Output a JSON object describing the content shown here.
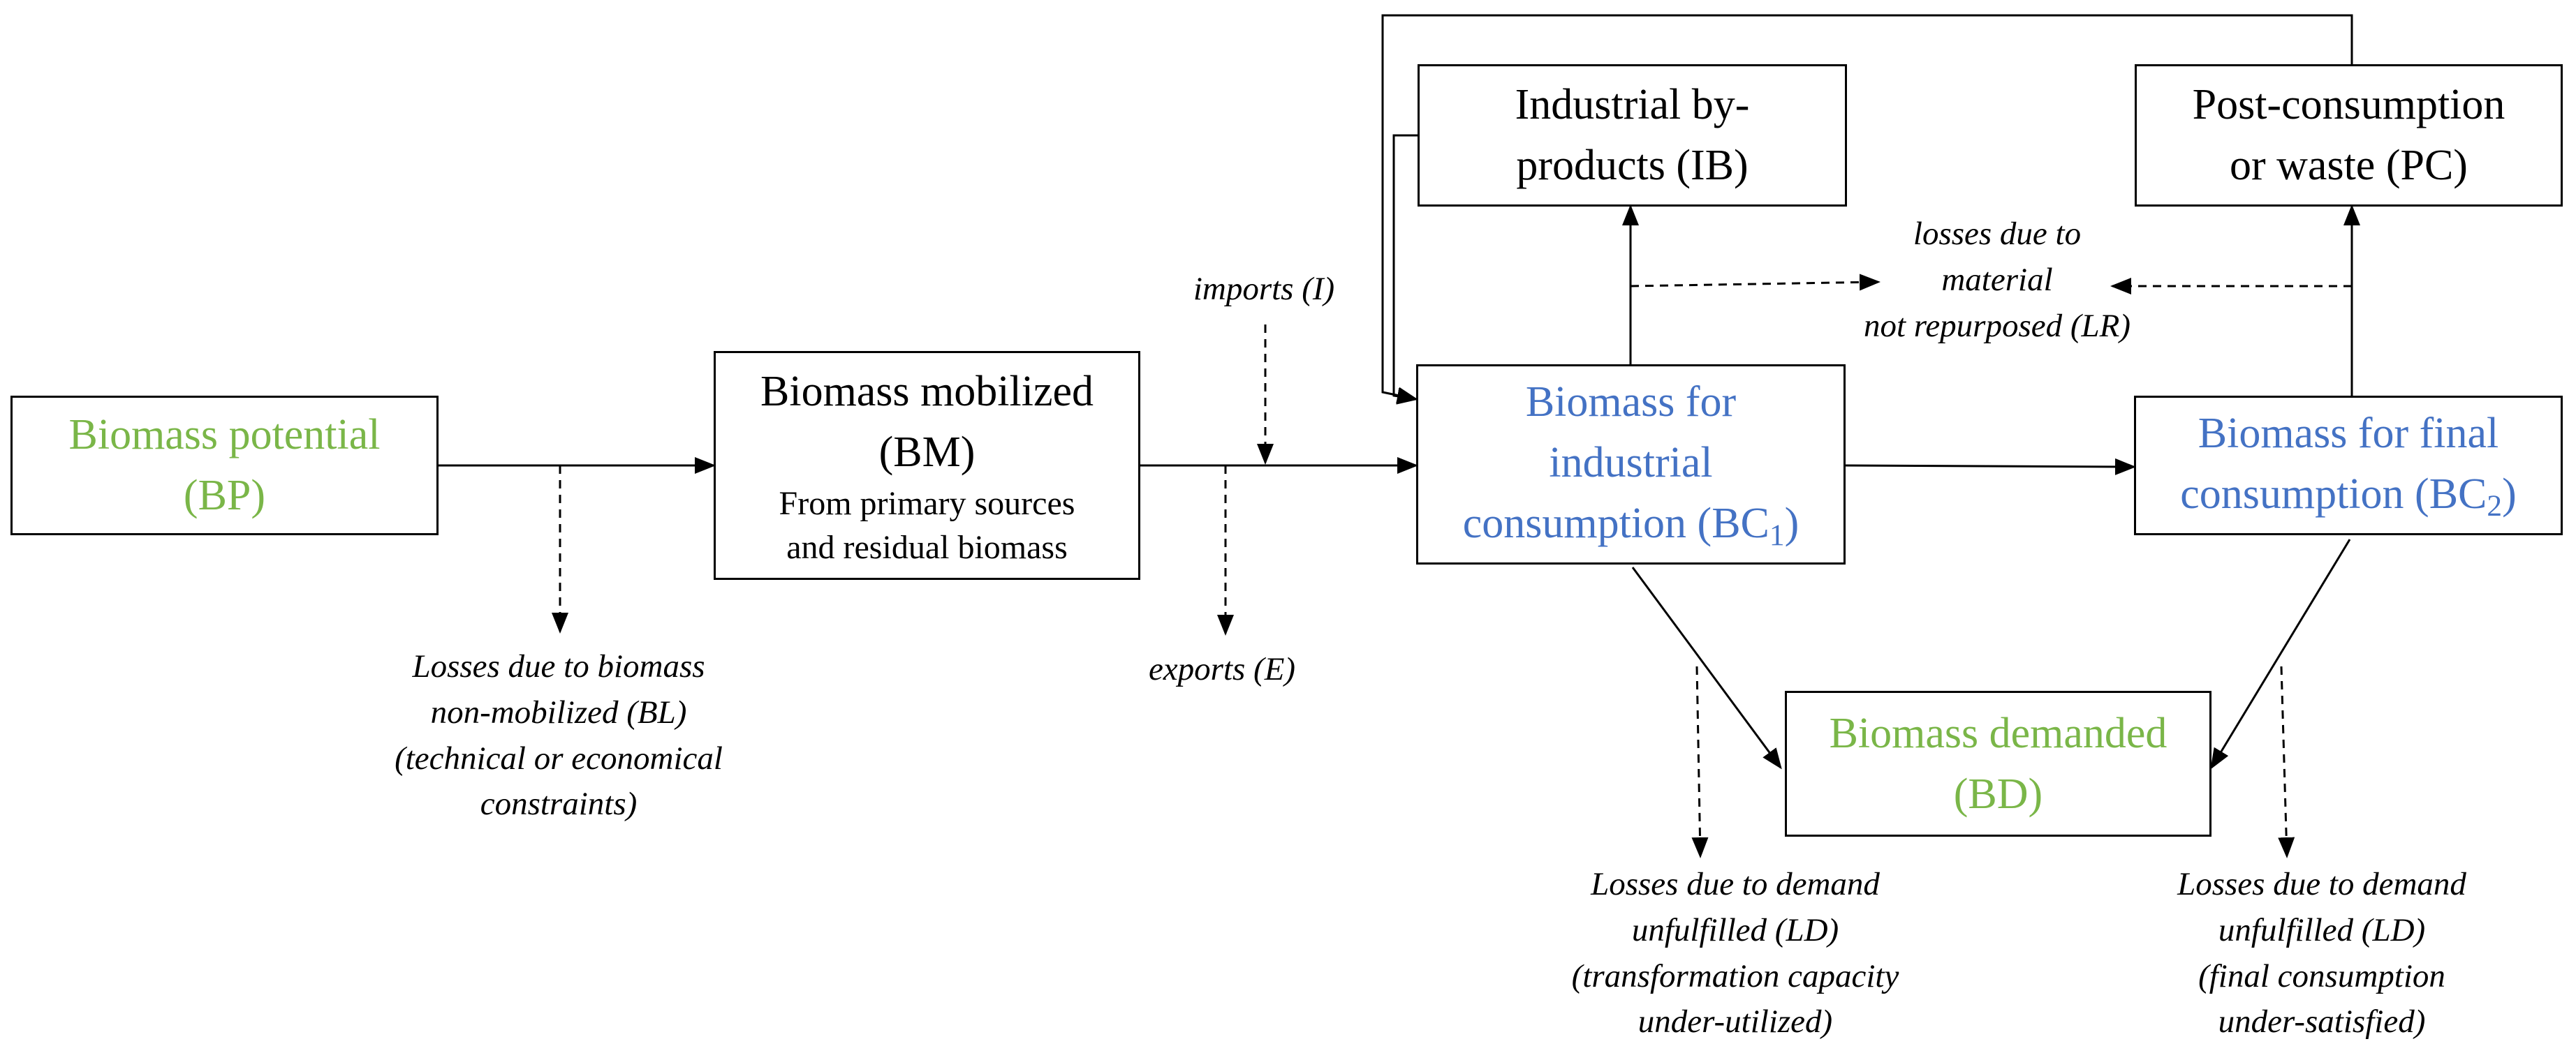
{
  "nodes": {
    "bp": {
      "title": "Biomass potential",
      "abbr": "(BP)"
    },
    "bm": {
      "title": "Biomass mobilized",
      "abbr": "(BM)",
      "sub1": "From primary sources",
      "sub2": "and residual biomass"
    },
    "bc1": {
      "line1": "Biomass for",
      "line2": "industrial",
      "line3": "consumption (BC",
      "sub": "1",
      "close": ")"
    },
    "bc2": {
      "line1": "Biomass for final",
      "line2": "consumption (BC",
      "sub": "2",
      "close": ")"
    },
    "ib": {
      "line1": "Industrial by-",
      "line2": "products (IB)"
    },
    "pc": {
      "line1": "Post-consumption",
      "line2": "or waste (PC)"
    },
    "bd": {
      "line1": "Biomass demanded",
      "line2": "(BD)"
    }
  },
  "flows": {
    "imports": "imports (I)",
    "exports": "exports (E)",
    "bl": [
      "Losses due to biomass",
      "non-mobilized (BL)",
      "(technical or economical",
      "constraints)"
    ],
    "lr": [
      "losses due to",
      "material",
      "not repurposed (LR)"
    ],
    "ld1": [
      "Losses due to demand",
      "unfulfilled (LD)",
      "(transformation capacity",
      "under-utilized)"
    ],
    "ld2": [
      "Losses due to demand",
      "unfulfilled (LD)",
      "(final consumption",
      "under-satisfied)"
    ]
  }
}
